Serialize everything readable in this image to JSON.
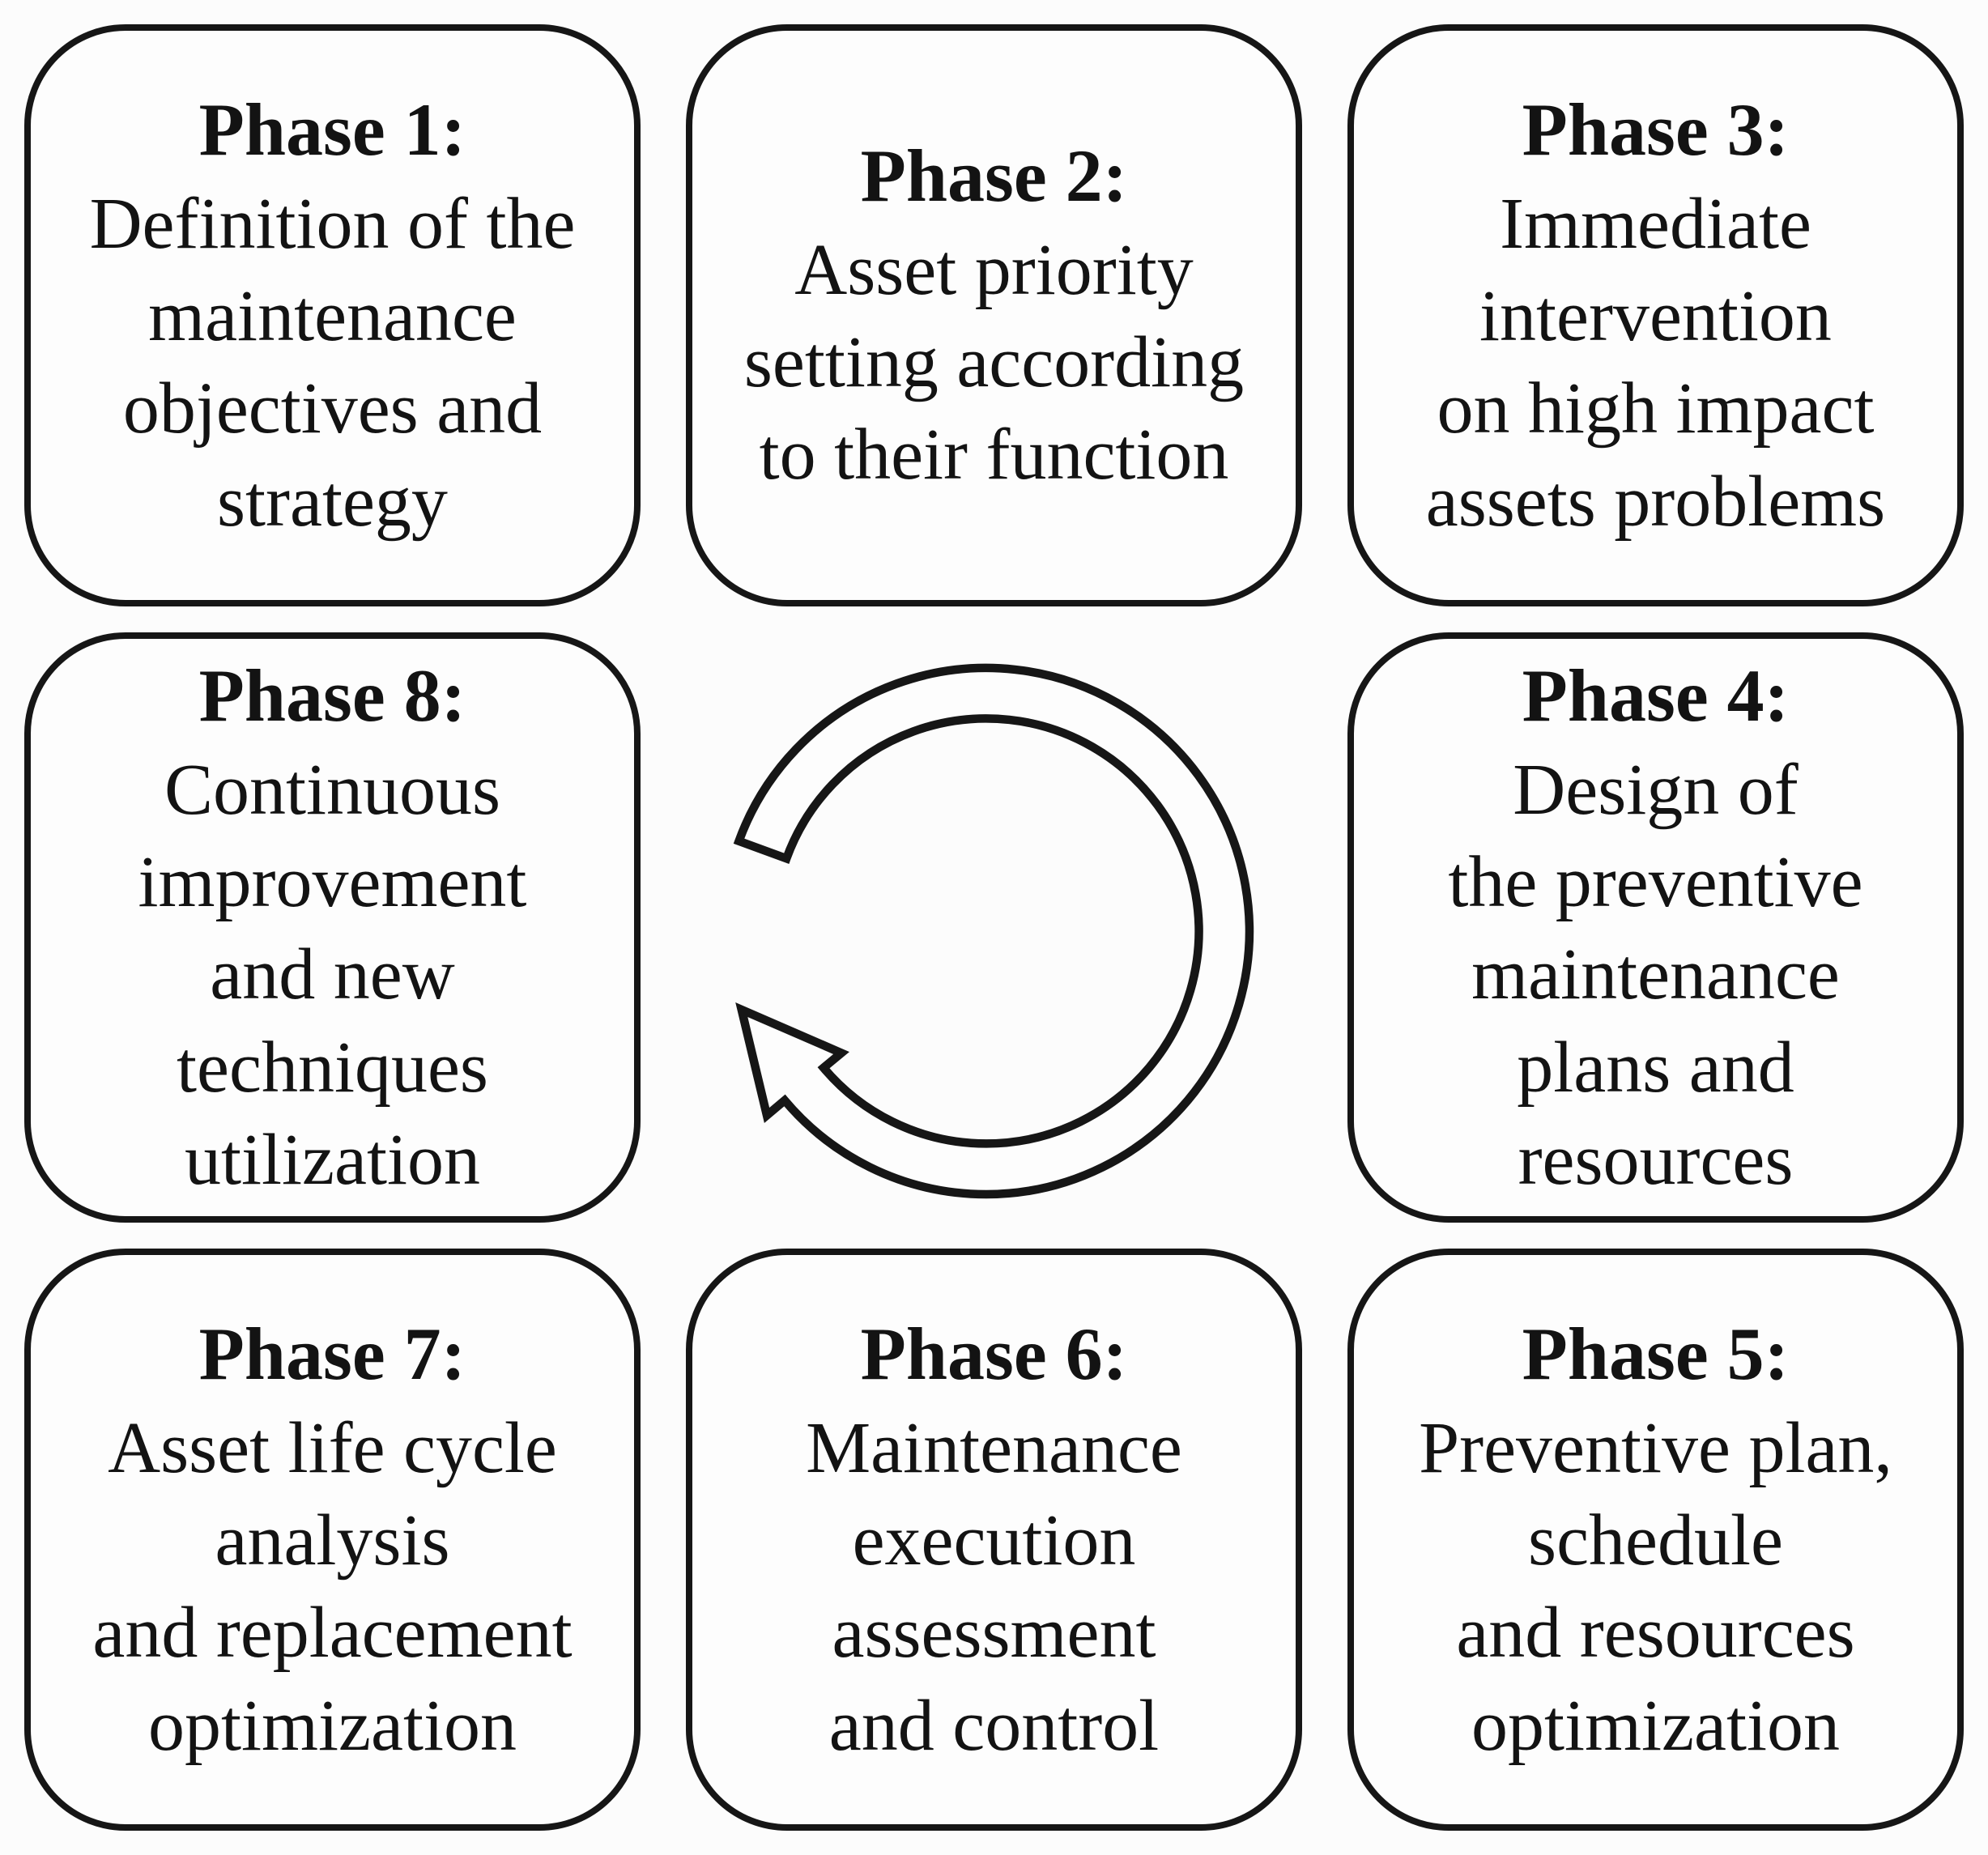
{
  "diagram": {
    "type": "cycle-diagram",
    "center_icon": "clockwise-cycle-arrow",
    "colors": {
      "background": "#fcfcfc",
      "box_fill": "#fdfdfd",
      "border": "#161616",
      "text": "#131313"
    },
    "phases": [
      {
        "id": 1,
        "title": "Phase 1:",
        "body": "Definition of the\nmaintenance\nobjectives and\nstrategy"
      },
      {
        "id": 2,
        "title": "Phase 2:",
        "body": "Asset priority\nsetting according\nto their function"
      },
      {
        "id": 3,
        "title": "Phase 3:",
        "body": "Immediate\nintervention\non high impact\nassets problems"
      },
      {
        "id": 4,
        "title": "Phase 4:",
        "body": "Design of\nthe preventive\nmaintenance\nplans and\nresources"
      },
      {
        "id": 5,
        "title": "Phase 5:",
        "body": "Preventive plan,\nschedule\nand resources\noptimization"
      },
      {
        "id": 6,
        "title": "Phase 6:",
        "body": "Maintenance\nexecution\nassessment\nand control"
      },
      {
        "id": 7,
        "title": "Phase 7:",
        "body": "Asset life cycle\nanalysis\nand replacement\noptimization"
      },
      {
        "id": 8,
        "title": "Phase 8:",
        "body": "Continuous\nimprovement\nand new\ntechniques\nutilization"
      }
    ]
  }
}
